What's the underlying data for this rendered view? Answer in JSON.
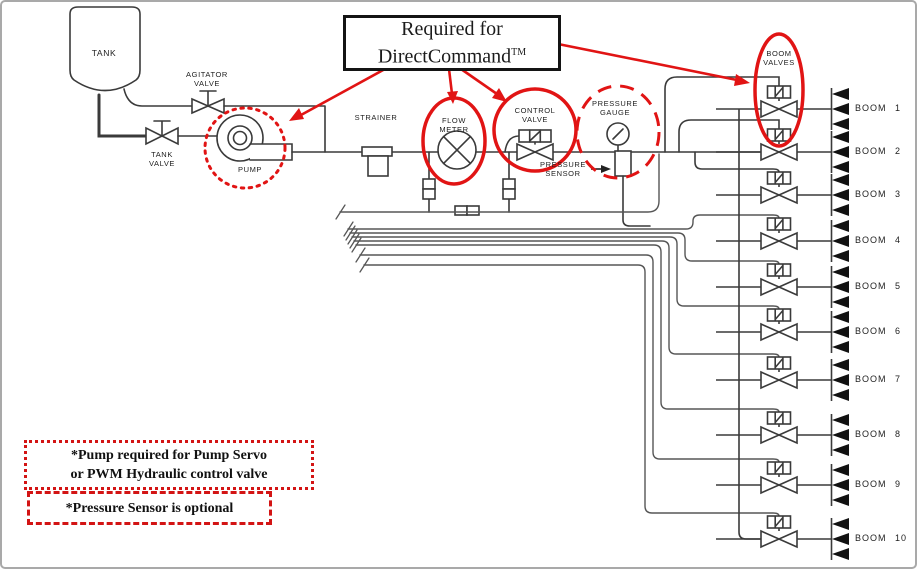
{
  "colors": {
    "annotation_red": "#e11414",
    "diagram_line": "#3a3a3a",
    "text": "#1e1e1e",
    "box_border": "#141414"
  },
  "required_box": {
    "line1": "Required for",
    "line2": "DirectCommand",
    "trademark": "TM"
  },
  "labels": {
    "tank": {
      "lines": [
        "TANK"
      ]
    },
    "tank_valve": {
      "lines": [
        "TANK",
        "VALVE"
      ]
    },
    "agitator_valve": {
      "lines": [
        "AGITATOR",
        "VALVE"
      ]
    },
    "pump": {
      "lines": [
        "PUMP"
      ]
    },
    "strainer": {
      "lines": [
        "STRAINER"
      ]
    },
    "flow_meter": {
      "lines": [
        "FLOW",
        "METER"
      ]
    },
    "control_valve": {
      "lines": [
        "CONTROL",
        "VALVE"
      ]
    },
    "pressure_sensor": {
      "lines": [
        "PRESSURE",
        "SENSOR"
      ]
    },
    "pressure_gauge": {
      "lines": [
        "PRESSURE",
        "GAUGE"
      ]
    },
    "boom_valves": {
      "lines": [
        "BOOM",
        "VALVES"
      ]
    }
  },
  "booms": [
    {
      "label": "BOOM 1"
    },
    {
      "label": "BOOM 2"
    },
    {
      "label": "BOOM 3"
    },
    {
      "label": "BOOM 4"
    },
    {
      "label": "BOOM 5"
    },
    {
      "label": "BOOM 6"
    },
    {
      "label": "BOOM 7"
    },
    {
      "label": "BOOM 8"
    },
    {
      "label": "BOOM 9"
    },
    {
      "label": "BOOM 10"
    }
  ],
  "notes": [
    {
      "lines": [
        "*Pump required for Pump Servo",
        "or PWM Hydraulic control valve"
      ],
      "border_style": "dotted"
    },
    {
      "lines": [
        "*Pressure Sensor is optional"
      ],
      "border_style": "dashed"
    }
  ]
}
